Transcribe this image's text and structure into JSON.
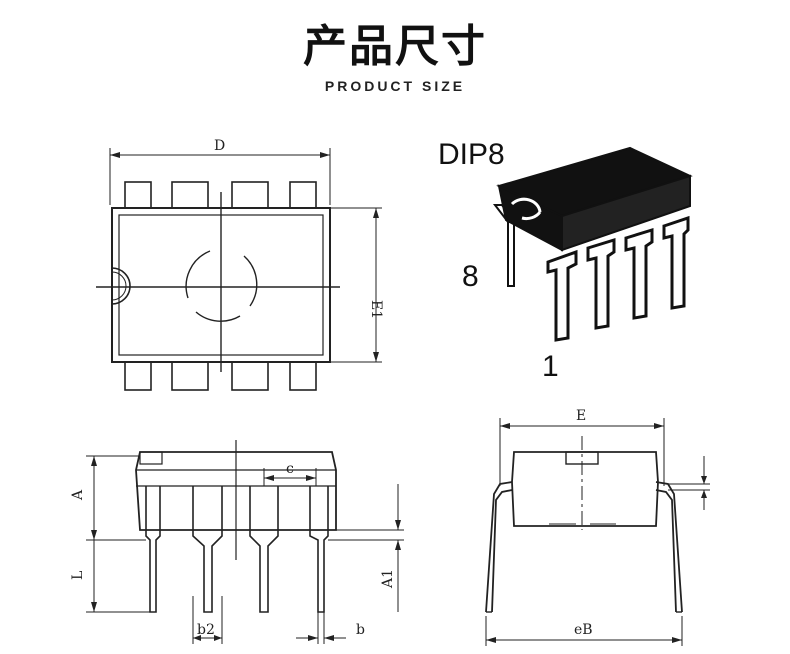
{
  "header": {
    "title_cn": "产品尺寸",
    "title_en": "PRODUCT SIZE"
  },
  "package": {
    "name": "DIP8",
    "pin_8_label": "8",
    "pin_1_label": "1"
  },
  "dimensions": {
    "D": "D",
    "E1": "E1",
    "E": "E",
    "eB": "eB",
    "A": "A",
    "L": "L",
    "A1": "A1",
    "c": "c",
    "b2": "b2",
    "b": "b"
  },
  "colors": {
    "line": "#222222",
    "chip_body": "#111111"
  }
}
